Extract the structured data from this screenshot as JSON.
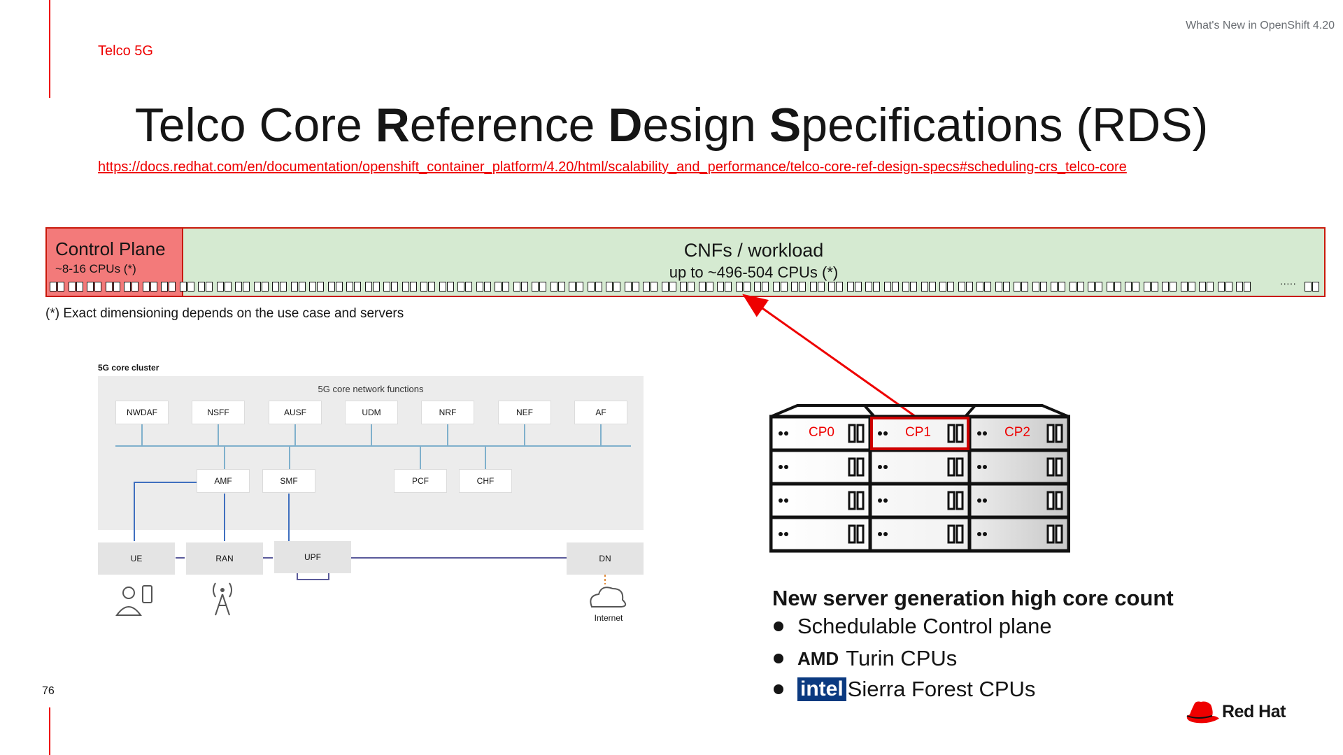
{
  "header": {
    "deck_title": "What's New in OpenShift 4.20",
    "section": "Telco 5G"
  },
  "title": {
    "p1": "Telco Core ",
    "b1": "R",
    "p2": "eference ",
    "b2": "D",
    "p3": "esign ",
    "b3": "S",
    "p4": "pecifications (RDS)"
  },
  "link": "https://docs.redhat.com/en/documentation/openshift_container_platform/4.20/html/scalability_and_performance/telco-core-ref-design-specs#scheduling-crs_telco-core",
  "cpu_bar": {
    "control_plane_title": "Control Plane",
    "control_plane_cpus": "~8-16 CPUs (*)",
    "workload_title": "CNFs / workload",
    "workload_cpus": "up to  ~496-504 CPUs (*)",
    "ellipsis": "·····",
    "colors": {
      "control_plane": "#f37a7a",
      "workload": "#d5ead1",
      "border": "#c9190b"
    }
  },
  "footnote": "(*) Exact dimensioning depends on the use case and servers",
  "diagram": {
    "cluster_label": "5G core cluster",
    "nf_title": "5G core network functions",
    "top_nfs": [
      "NWDAF",
      "NSFF",
      "AUSF",
      "UDM",
      "NRF",
      "NEF",
      "AF"
    ],
    "mid_nfs": [
      "AMF",
      "SMF",
      "PCF",
      "CHF"
    ],
    "edge": [
      "UE",
      "RAN",
      "UPF",
      "DN"
    ],
    "internet": "Internet"
  },
  "server": {
    "highlighted_slots": [
      "CP0",
      "CP1",
      "CP2"
    ]
  },
  "bullets": {
    "heading": "New server generation high core count",
    "item1": "Schedulable Control plane",
    "amd": "AMD",
    "item2": "Turin CPUs",
    "intel": "intel",
    "item3": "Sierra Forest CPUs"
  },
  "page_number": "76",
  "brand": {
    "name": "Red Hat",
    "color": "#ee0000"
  }
}
